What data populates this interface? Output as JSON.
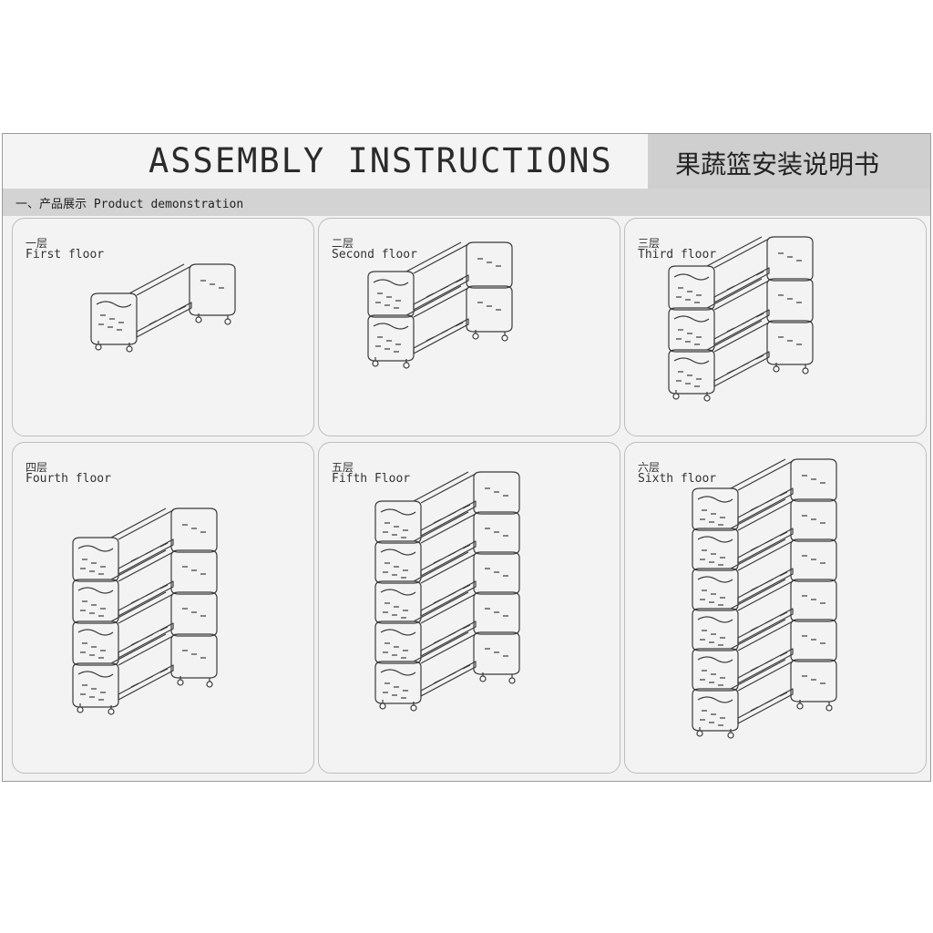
{
  "header": {
    "title": "ASSEMBLY INSTRUCTIONS",
    "title_cn": "果蔬篮安装说明书"
  },
  "section": {
    "label": "一、产品展示 Product demonstration"
  },
  "panels": [
    {
      "label_cn": "一层",
      "label_en": "First floor",
      "tiers": 1
    },
    {
      "label_cn": "二层",
      "label_en": "Second floor",
      "tiers": 2
    },
    {
      "label_cn": "三层",
      "label_en": "Third floor",
      "tiers": 3
    },
    {
      "label_cn": "四层",
      "label_en": "Fourth floor",
      "tiers": 4
    },
    {
      "label_cn": "五层",
      "label_en": "Fifth Floor",
      "tiers": 5
    },
    {
      "label_cn": "六层",
      "label_en": "Sixth floor",
      "tiers": 6
    }
  ],
  "colors": {
    "line": "#3a3a3a",
    "paper": "#f2f2f2",
    "band": "#d3d3d3"
  }
}
